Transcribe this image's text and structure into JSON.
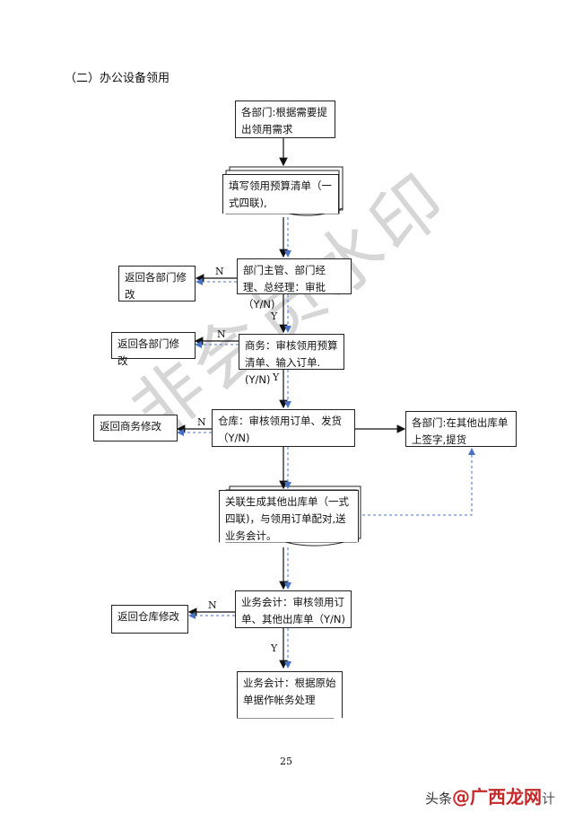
{
  "heading": "（二）办公设备领用",
  "nodes": {
    "n1": "各部门:根据需要提出领用需求",
    "n2": "填写领用预算清单（一式四联),",
    "n3": "部门主管、部门经理、总经理：审批（Y/N)",
    "n4": "商务：审核领用预算清单、输入订单.(Y/N)",
    "n5": "仓库：审核领用订单、发货（Y/N)",
    "n6": "关联生成其他出库单（一式四联)，与领用订单配对,送业务会计。",
    "n7": "业务会计：审核领用订单、其他出库单（Y/N)",
    "n8": "业务会计：根据原始单据作帐务处理",
    "side1": "返回各部门修改",
    "side2": "返回各部门修改",
    "side3": "返回商务修改",
    "side4": "返回仓库修改",
    "right1": "各部门:在其他出库单上签字,提货"
  },
  "labels": {
    "no": "N",
    "yes": "Y"
  },
  "watermark": "非会员水印",
  "page_number": "25",
  "brand": {
    "prefix": "头条",
    "logo": "@广西龙网",
    "suffix": "计"
  },
  "colors": {
    "solid_arrow": "#111111",
    "dashed_arrow": "#4a72c4"
  }
}
